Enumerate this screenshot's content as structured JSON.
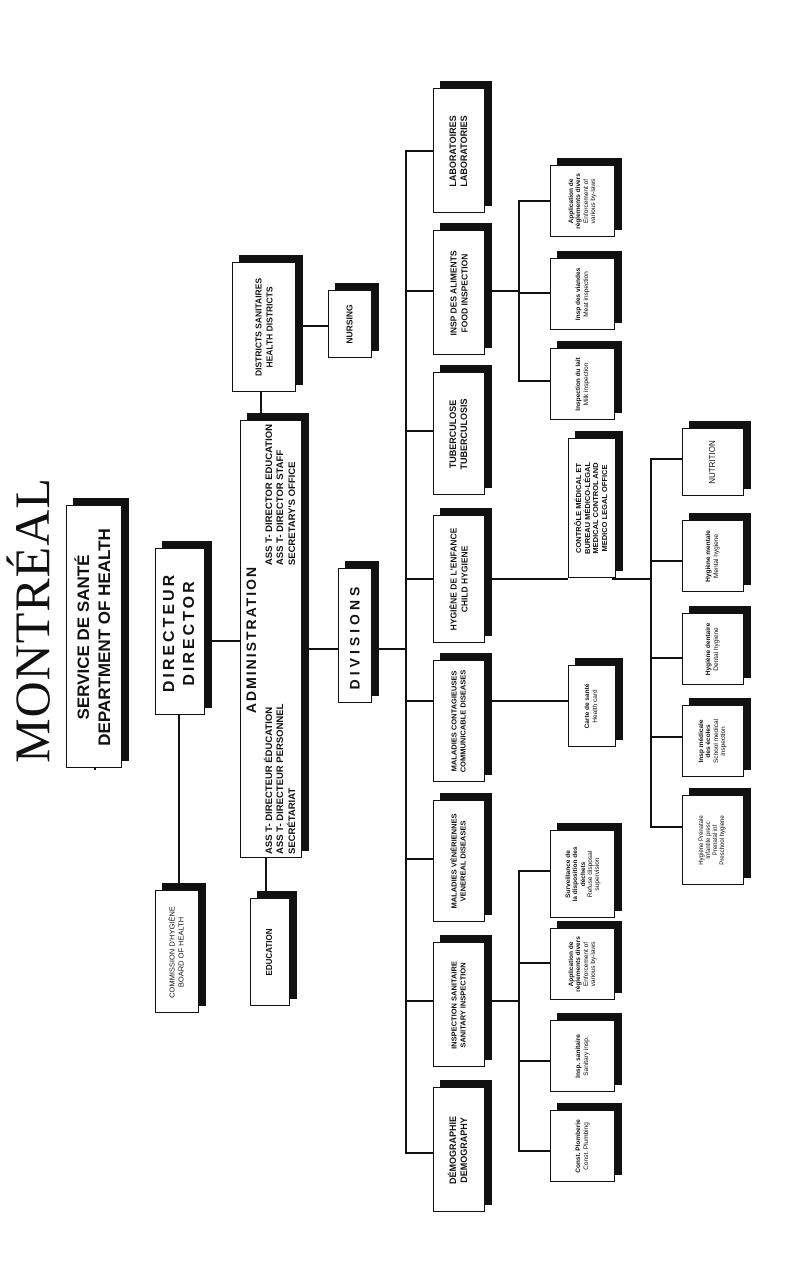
{
  "title": "MONTRÉAL",
  "boxes": {
    "service": [
      "SERVICE DE SANTÉ",
      "DEPARTMENT OF HEALTH"
    ],
    "directeur": [
      "DIRECTEUR",
      "DIRECTOR"
    ],
    "commission": [
      "COMMISSION D'HYGIÈNE",
      "BOARD OF HEALTH"
    ],
    "districts": [
      "DISTRICTS SANITAIRES",
      "HEALTH DISTRICTS"
    ],
    "nursing": [
      "NURSING"
    ],
    "admin_title": "ADMINISTRATION",
    "admin_left": [
      "ASS T- DIRECTEUR    ÉDUCATION",
      "ASS T- DIRECTEUR    PERSONNEL",
      "SECRÉTARIAT"
    ],
    "admin_right": [
      "ASS T- DIRECTOR    EDUCATION",
      "ASS T- DIRECTOR    STAFF",
      "SECRETARY'S OFFICE"
    ],
    "education": [
      "EDUCATION"
    ],
    "divisions": [
      "DIVISIONS"
    ],
    "laboratoires": [
      "LABORATOIRES",
      "LABORATORIES"
    ],
    "aliments": [
      "INSP DES ALIMENTS",
      "FOOD INSPECTION"
    ],
    "tuberculose": [
      "TUBERCULOSE",
      "TUBERCULOSIS"
    ],
    "enfance": [
      "HYGIÈNE DE L'ENFANCE",
      "CHILD HYGIENE"
    ],
    "contagieuses": [
      "MALADIES CONTAGIEUSES",
      "COMMUNICABLE DISEASES"
    ],
    "veneriennes": [
      "MALADIES VÉNÉRIENNES",
      "VENEREAL DISEASES"
    ],
    "sanitaire": [
      "INSPECTION SANITAIRE",
      "SANITARY INSPECTION"
    ],
    "demographie": [
      "DÉMOGRAPHIE",
      "DEMOGRAPHY"
    ],
    "food_app": [
      "Application de",
      "règlements divers",
      "Enforcement of",
      "various by-laws"
    ],
    "viandes": [
      "Insp des viandes",
      "Meat inspection"
    ],
    "lait": [
      "Inspection du lait",
      "Milk inspection"
    ],
    "medico": [
      "CONTRÔLE MÉDICAL ET",
      "BUREAU MÉDICO-LÉGAL",
      "MEDICAL CONTROL AND",
      "MEDICO LEGAL OFFICE"
    ],
    "nutrition": [
      "NUTRITION"
    ],
    "mentale": [
      "Hygiène mentale",
      "Mental hygiene"
    ],
    "dentaire": [
      "Hygiène dentaire",
      "Dental hygiene"
    ],
    "ecoles": [
      "Insp médicale",
      "des écoles",
      "School medical",
      "inspection"
    ],
    "prenatale": [
      "Hygiène Prénatale",
      "Infantile presc",
      "Prenatal inf",
      "Preschool hygiene"
    ],
    "carte": [
      "Carte de santé",
      "Health card"
    ],
    "dechets": [
      "Surveillance de",
      "la disposition des",
      "déchets",
      "Refuse disposal",
      "supervision"
    ],
    "san_app": [
      "Application de",
      "règlements divers",
      "Enforcement of",
      "various by-laws"
    ],
    "insp_san": [
      "Insp. sanitaire",
      "Sanitary insp."
    ],
    "plomberie": [
      "Const. Plomberie",
      "Const. Plumbing"
    ]
  }
}
